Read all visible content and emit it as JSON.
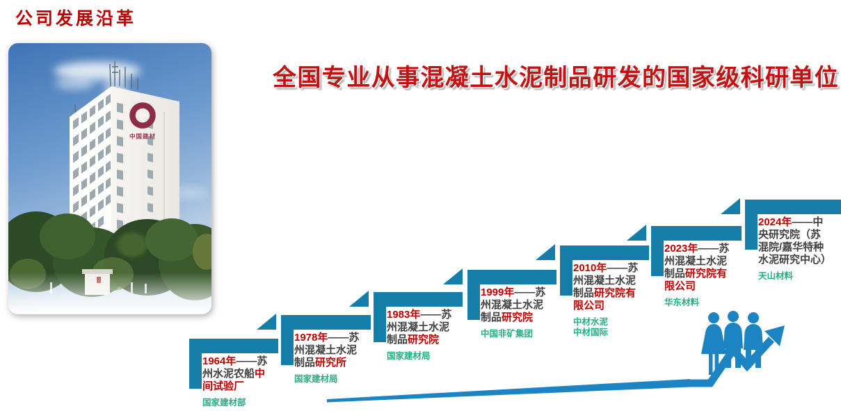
{
  "slide": {
    "title": "公司发展沿革",
    "headline": "全国专业从事混凝土水泥制品研发的国家级科研单位"
  },
  "photo": {
    "description": "白色科研办公大楼（蓝天、绿树）",
    "logo_text": "中国建材"
  },
  "timeline": {
    "steps": [
      {
        "year": "1964",
        "segments": [
          {
            "t": "1964年",
            "c": "red"
          },
          {
            "t": "——苏\n州水泥农船",
            "c": "dark"
          },
          {
            "t": "中\n间试验厂",
            "c": "red"
          }
        ],
        "affiliation": [
          "国家建材部"
        ]
      },
      {
        "year": "1978",
        "segments": [
          {
            "t": "1978年",
            "c": "red"
          },
          {
            "t": "——苏\n州混凝土水泥\n制品",
            "c": "dark"
          },
          {
            "t": "研究所",
            "c": "red"
          }
        ],
        "affiliation": [
          "国家建材局"
        ]
      },
      {
        "year": "1983",
        "segments": [
          {
            "t": "1983年",
            "c": "red"
          },
          {
            "t": "——苏\n州混凝土水泥\n制品",
            "c": "dark"
          },
          {
            "t": "研究院",
            "c": "red"
          }
        ],
        "affiliation": [
          "国家建材局"
        ]
      },
      {
        "year": "1999",
        "segments": [
          {
            "t": "1999年",
            "c": "red"
          },
          {
            "t": "——苏\n州混凝土水泥\n制品",
            "c": "dark"
          },
          {
            "t": "研究院",
            "c": "red"
          }
        ],
        "affiliation": [
          "中国非矿集团"
        ]
      },
      {
        "year": "2010",
        "segments": [
          {
            "t": "2010年",
            "c": "red"
          },
          {
            "t": "——苏\n州混凝土水泥\n制品",
            "c": "dark"
          },
          {
            "t": "研究院有\n限公司",
            "c": "red"
          }
        ],
        "affiliation": [
          "中材水泥",
          "中材国际"
        ]
      },
      {
        "year": "2023",
        "segments": [
          {
            "t": "2023年",
            "c": "red"
          },
          {
            "t": "——苏\n州混凝土水泥\n制品",
            "c": "dark"
          },
          {
            "t": "研究院有\n限公司",
            "c": "red"
          }
        ],
        "affiliation": [
          "华东材料"
        ]
      },
      {
        "year": "2024",
        "segments": [
          {
            "t": "2024年",
            "c": "red"
          },
          {
            "t": "——中\n央研究院（苏\n混院/嘉华特种\n水泥研究中心）",
            "c": "dark"
          }
        ],
        "affiliation": [
          "天山材料"
        ]
      }
    ]
  },
  "colors": {
    "step_blue": "#147DA8",
    "graphic_blue": "#1C84C2",
    "highlight_red": "#C00000",
    "body_dark": "#404040",
    "affiliation_green": "#29AD85",
    "headline_red": "#C41212",
    "building_logo_red": "#8E2B48"
  }
}
